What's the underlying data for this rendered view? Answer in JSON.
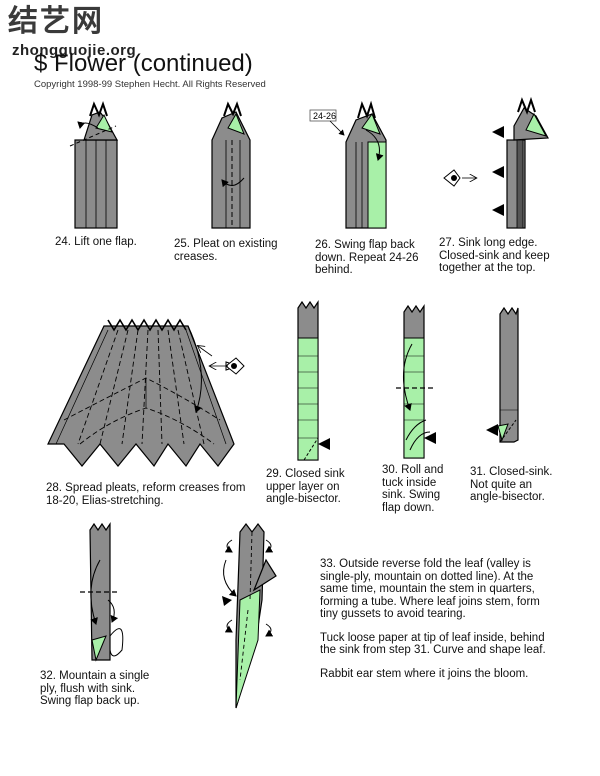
{
  "watermark": {
    "chinese": "结艺网",
    "url": "zhongguojie.org"
  },
  "header": {
    "title": "$ Flower (continued)",
    "copyright": "Copyright 1998-99 Stephen Hecht.  All Rights Reserved"
  },
  "steps": [
    {
      "id": "24",
      "text": "24.  Lift one flap."
    },
    {
      "id": "25",
      "text": "25.  Pleat on existing\ncreases."
    },
    {
      "id": "26",
      "text": "26.  Swing flap back\ndown.  Repeat 24-26\nbehind."
    },
    {
      "id": "27",
      "text": "27.  Sink long edge.\nClosed-sink and keep\ntogether at the top."
    },
    {
      "id": "28",
      "text": "28.  Spread pleats, reform creases from\n18-20, Elias-stretching."
    },
    {
      "id": "29",
      "text": "29.  Closed sink\nupper layer on\nangle-bisector."
    },
    {
      "id": "30",
      "text": "30.  Roll and\ntuck inside\nsink.  Swing\nflap down."
    },
    {
      "id": "31",
      "text": "31.  Closed-sink.\n  Not quite an\nangle-bisector."
    },
    {
      "id": "32",
      "text": "32.  Mountain a single\nply, flush with sink.\nSwing flap back up."
    }
  ],
  "step26_ref": "24-26",
  "step33_paragraphs": [
    "33.  Outside reverse fold the leaf (valley is single-ply, mountain on dotted line).  At the same time, mountain the stem in quarters, forming a tube.  Where leaf joins stem, form tiny gussets to avoid tearing.",
    "Tuck loose paper at tip of leaf inside, behind the sink from step 31.  Curve and shape leaf.",
    "Rabbit ear stem where it joins the bloom."
  ],
  "colors": {
    "gray": "#8c8c8c",
    "dark_gray": "#6e6e6e",
    "green": "#a8f0a8",
    "black": "#000000"
  }
}
